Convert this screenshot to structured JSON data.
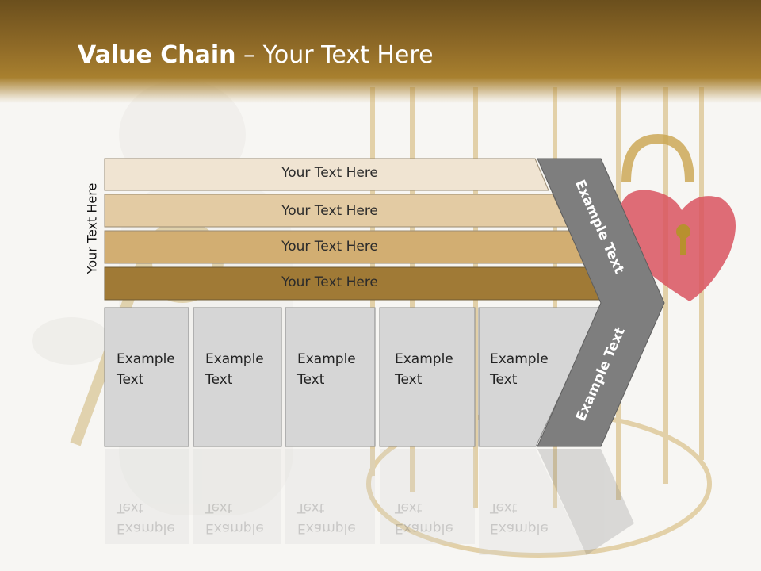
{
  "title": {
    "bold": "Value Chain",
    "rest": " – Your Text Here"
  },
  "side_label": "Your Text Here",
  "bands": [
    "Your Text Here",
    "Your Text Here",
    "Your Text Here",
    "Your Text Here"
  ],
  "boxes": [
    {
      "line1": "Example",
      "line2": "Text"
    },
    {
      "line1": "Example",
      "line2": "Text"
    },
    {
      "line1": "Example",
      "line2": "Text"
    },
    {
      "line1": "Example",
      "line2": "Text"
    },
    {
      "line1": "Example",
      "line2": "Text"
    }
  ],
  "chevron": {
    "upper": "Example Text",
    "lower": "Example Text"
  },
  "colors": {
    "header": "#8f6a27",
    "band1": "#f0e4d2",
    "band2": "#e3cba3",
    "band3": "#d2ae72",
    "band4": "#a07a36",
    "box": "#d6d6d6",
    "chevron": "#7e7e7e"
  }
}
